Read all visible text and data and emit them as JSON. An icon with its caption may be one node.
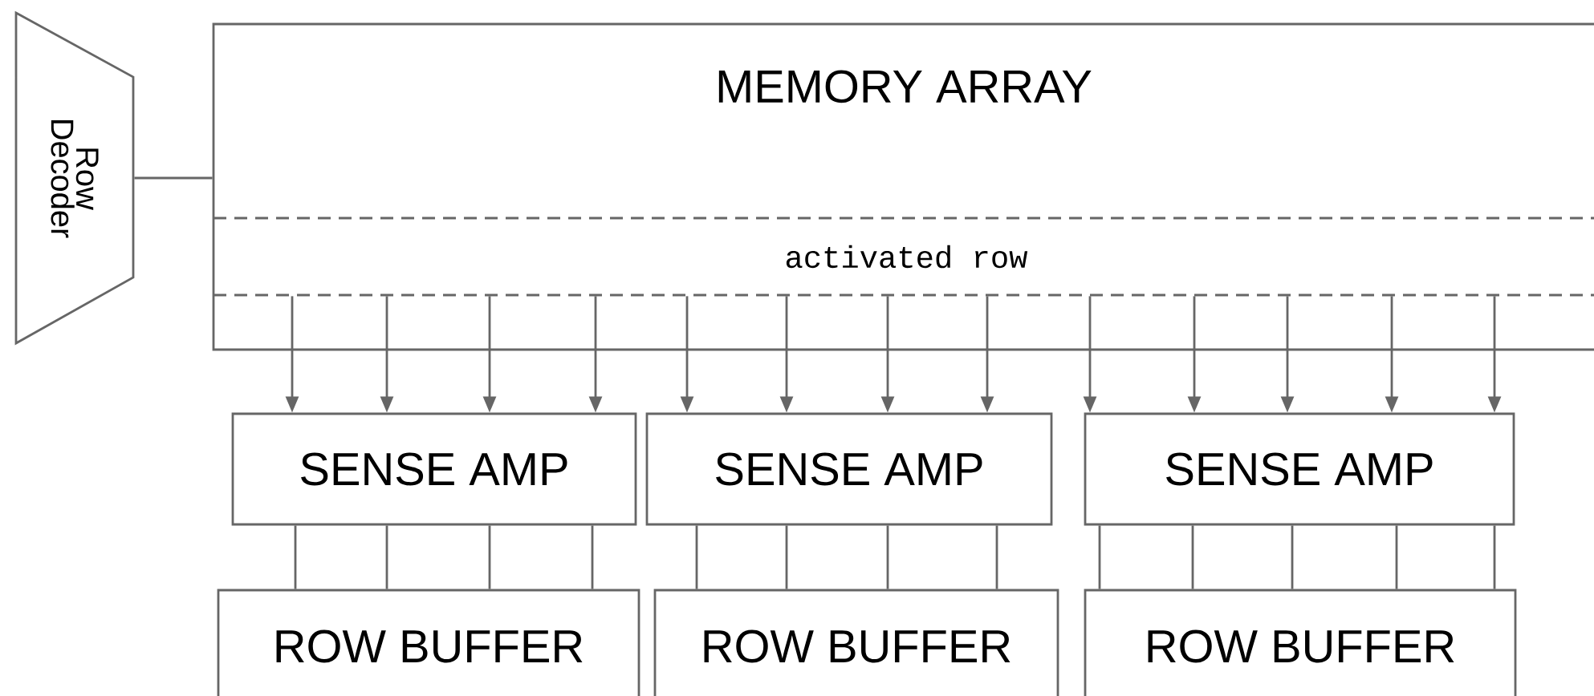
{
  "diagram": {
    "nodes": [
      {
        "text": [
          "MEMORY ARRAY"
        ]
      },
      {
        "text": [
          "activated row"
        ],
        "in": 0
      },
      {
        "text": [
          "Row Decoder"
        ]
      },
      {
        "text": [
          "SENSE AMP"
        ]
      },
      {
        "text": [
          "SENSE AMP"
        ]
      },
      {
        "text": [
          "SENSE AMP"
        ]
      },
      {
        "text": [
          "ROW BUFFER"
        ]
      },
      {
        "text": [
          "ROW BUFFER"
        ]
      },
      {
        "text": [
          "ROW BUFFER"
        ]
      }
    ],
    "edges": [
      {
        "from": 2,
        "to": 0,
        "arrow": "none"
      },
      {
        "from": 1,
        "to": 3,
        "arrow": "to"
      },
      {
        "from": 1,
        "to": 3,
        "arrow": "to"
      },
      {
        "from": 1,
        "to": 3,
        "arrow": "to"
      },
      {
        "from": 1,
        "to": 3,
        "arrow": "to"
      },
      {
        "from": 1,
        "to": 4,
        "arrow": "to"
      },
      {
        "from": 1,
        "to": 4,
        "arrow": "to"
      },
      {
        "from": 1,
        "to": 4,
        "arrow": "to"
      },
      {
        "from": 1,
        "to": 4,
        "arrow": "to"
      },
      {
        "from": 1,
        "to": 5,
        "arrow": "to"
      },
      {
        "from": 1,
        "to": 5,
        "arrow": "to"
      },
      {
        "from": 1,
        "to": 5,
        "arrow": "to"
      },
      {
        "from": 1,
        "to": 5,
        "arrow": "to"
      },
      {
        "from": 1,
        "to": 5,
        "arrow": "to"
      },
      {
        "from": 3,
        "to": 6,
        "arrow": "none"
      },
      {
        "from": 3,
        "to": 6,
        "arrow": "none"
      },
      {
        "from": 3,
        "to": 6,
        "arrow": "none"
      },
      {
        "from": 3,
        "to": 6,
        "arrow": "none"
      },
      {
        "from": 4,
        "to": 7,
        "arrow": "none"
      },
      {
        "from": 4,
        "to": 7,
        "arrow": "none"
      },
      {
        "from": 4,
        "to": 7,
        "arrow": "none"
      },
      {
        "from": 4,
        "to": 7,
        "arrow": "none"
      },
      {
        "from": 5,
        "to": 8,
        "arrow": "none"
      },
      {
        "from": 5,
        "to": 8,
        "arrow": "none"
      },
      {
        "from": 5,
        "to": 8,
        "arrow": "none"
      },
      {
        "from": 5,
        "to": 8,
        "arrow": "none"
      },
      {
        "from": 5,
        "to": 8,
        "arrow": "none"
      }
    ]
  }
}
